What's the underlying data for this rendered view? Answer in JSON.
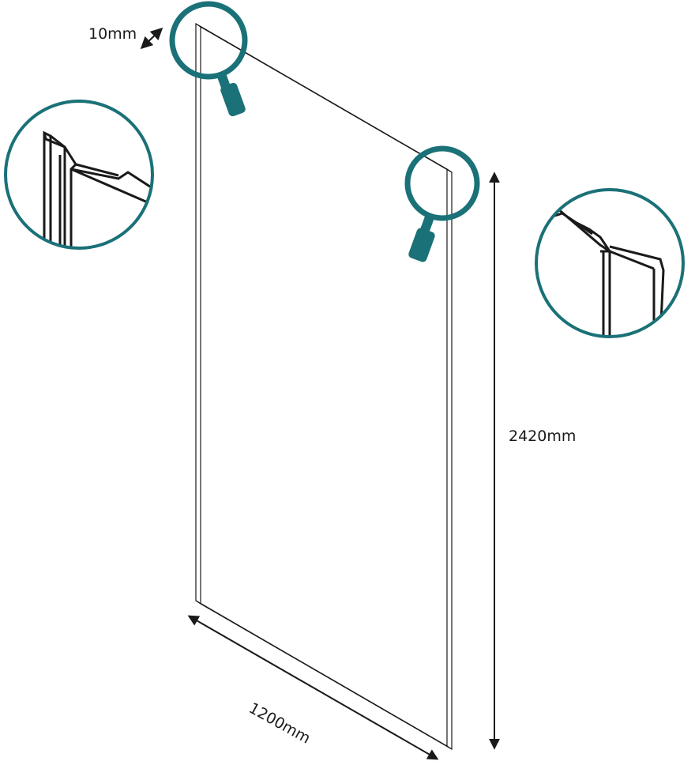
{
  "dimensions": {
    "thickness": "10mm",
    "height": "2420mm",
    "width": "1200mm"
  },
  "colors": {
    "accent": "#1a7177",
    "line": "#1a1a1a",
    "background": "#ffffff"
  },
  "icons": {
    "magnifier": "magnifier-icon",
    "arrow": "double-arrow-icon"
  }
}
